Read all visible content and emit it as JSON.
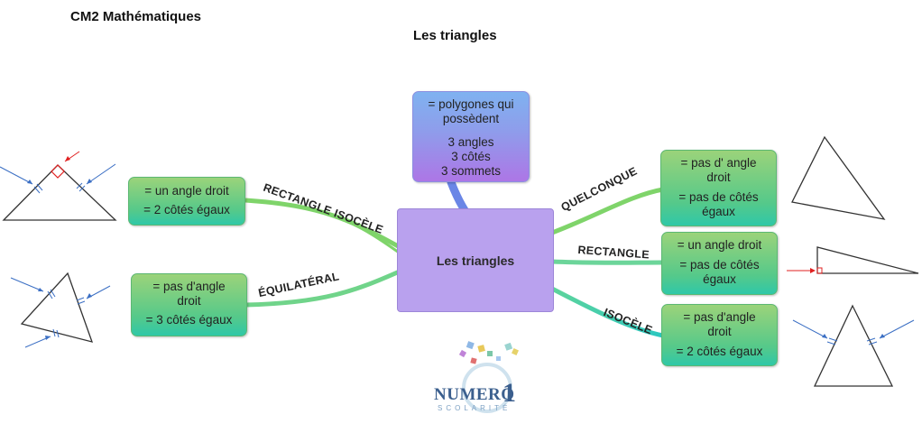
{
  "header": {
    "subject": "CM2 Mathématiques",
    "title": "Les triangles"
  },
  "center": {
    "label": "Les triangles"
  },
  "definition": {
    "line1": "= polygones qui",
    "line2": "possèdent",
    "line3": "3 angles",
    "line4": "3 côtés",
    "line5": "3 sommets"
  },
  "branches": {
    "rectangle_isocele": {
      "label": "RECTANGLE ISOCÈLE",
      "line1": "= un angle droit",
      "line2": "= 2 côtés égaux"
    },
    "equilateral": {
      "label": "ÉQUILATÉRAL",
      "line1": "= pas d'angle",
      "line2": "droit",
      "line3": "= 3 côtés égaux"
    },
    "quelconque": {
      "label": "QUELCONQUE",
      "line1": "= pas d' angle",
      "line2": "droit",
      "line3": "= pas de côtés",
      "line4": "égaux"
    },
    "rectangle": {
      "label": "RECTANGLE",
      "line1": "= un angle droit",
      "line2": "= pas de côtés",
      "line3": "égaux"
    },
    "isocele": {
      "label": "ISOCÈLE",
      "line1": "= pas d'angle",
      "line2": "droit",
      "line3": "= 2 côtés égaux"
    }
  },
  "logo": {
    "name": "NUMERO",
    "number": "1",
    "sub": "SCOLARITÉ"
  },
  "colors": {
    "arrow_blue": "#3b6fc4",
    "arrow_red": "#e02020",
    "branch_green": "#7ed36a",
    "branch_teal": "#2fc8b8"
  }
}
